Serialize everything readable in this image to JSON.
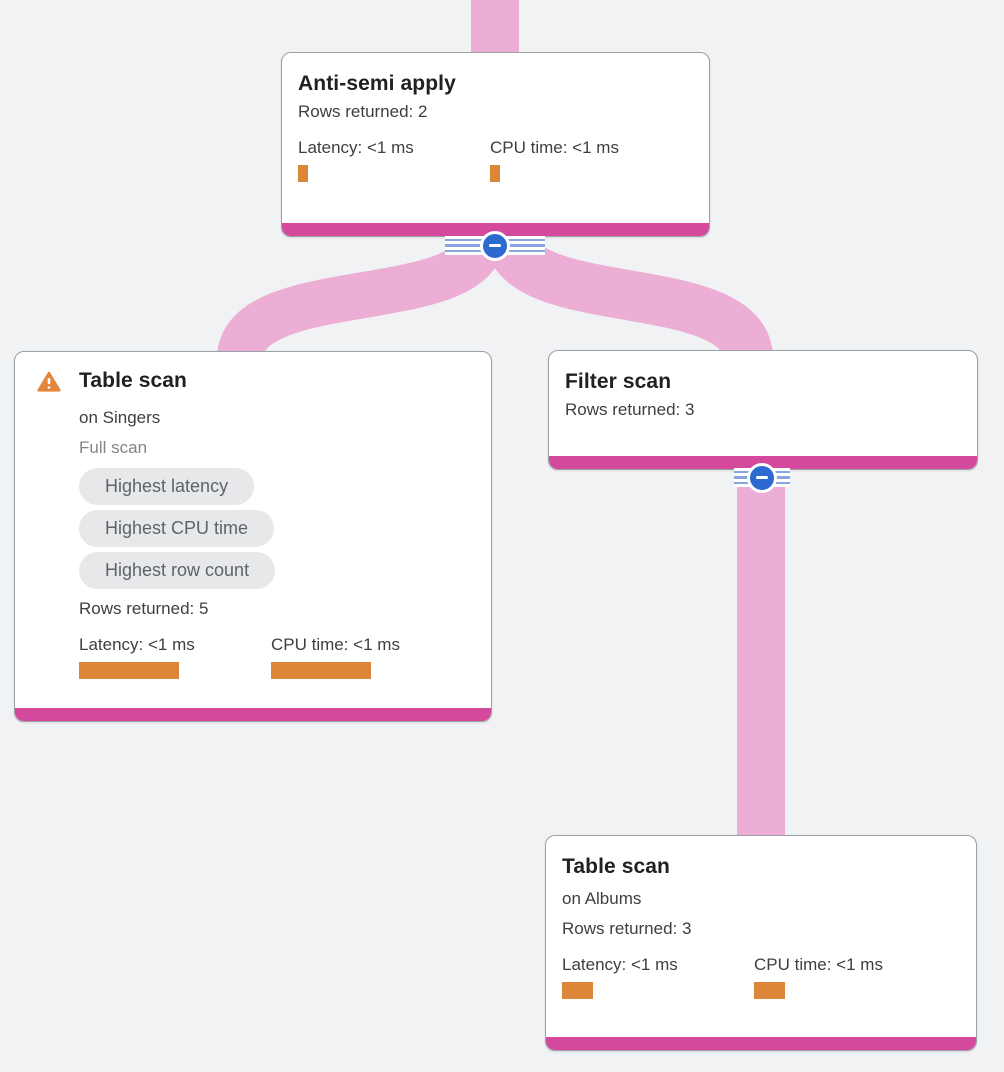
{
  "colors": {
    "background": "#f0f2f4",
    "edge_pink": "#ecaed4",
    "node_accent_magenta": "#d5499c",
    "metric_bar_orange": "#dc8637",
    "warning_orange": "#e2873c",
    "collapse_button_blue": "#2d6ad0",
    "badge_background": "#e7e8ea",
    "card_border": "#9ba1a6"
  },
  "icons": {
    "collapse": "minus-circle",
    "warning": "warning-triangle"
  },
  "nodes": [
    {
      "id": "anti-semi-apply",
      "title": "Anti-semi apply",
      "rows_returned": "Rows returned: 2",
      "latency": {
        "label": "Latency: <1 ms",
        "bar_css": "width:10px"
      },
      "cpu": {
        "label": "CPU time: <1 ms",
        "bar_css": "width:10px"
      }
    },
    {
      "id": "table-scan-singers",
      "title": "Table scan",
      "has_warning": true,
      "subtitle": "on Singers",
      "scan_type": "Full scan",
      "badges": [
        "Highest latency",
        "Highest CPU time",
        "Highest row count"
      ],
      "rows_returned": "Rows returned: 5",
      "latency": {
        "label": "Latency: <1 ms",
        "bar_css": "width:100px"
      },
      "cpu": {
        "label": "CPU time: <1 ms",
        "bar_css": "width:100px"
      }
    },
    {
      "id": "filter-scan",
      "title": "Filter scan",
      "rows_returned": "Rows returned: 3"
    },
    {
      "id": "table-scan-albums",
      "title": "Table scan",
      "subtitle": "on Albums",
      "rows_returned": "Rows returned: 3",
      "latency": {
        "label": "Latency: <1 ms",
        "bar_css": "width:31px"
      },
      "cpu": {
        "label": "CPU time: <1 ms",
        "bar_css": "width:31px"
      }
    }
  ],
  "edges": [
    {
      "from": "offscreen-parent",
      "to": "anti-semi-apply"
    },
    {
      "from": "anti-semi-apply",
      "to": "table-scan-singers"
    },
    {
      "from": "anti-semi-apply",
      "to": "filter-scan"
    },
    {
      "from": "filter-scan",
      "to": "table-scan-albums"
    }
  ]
}
